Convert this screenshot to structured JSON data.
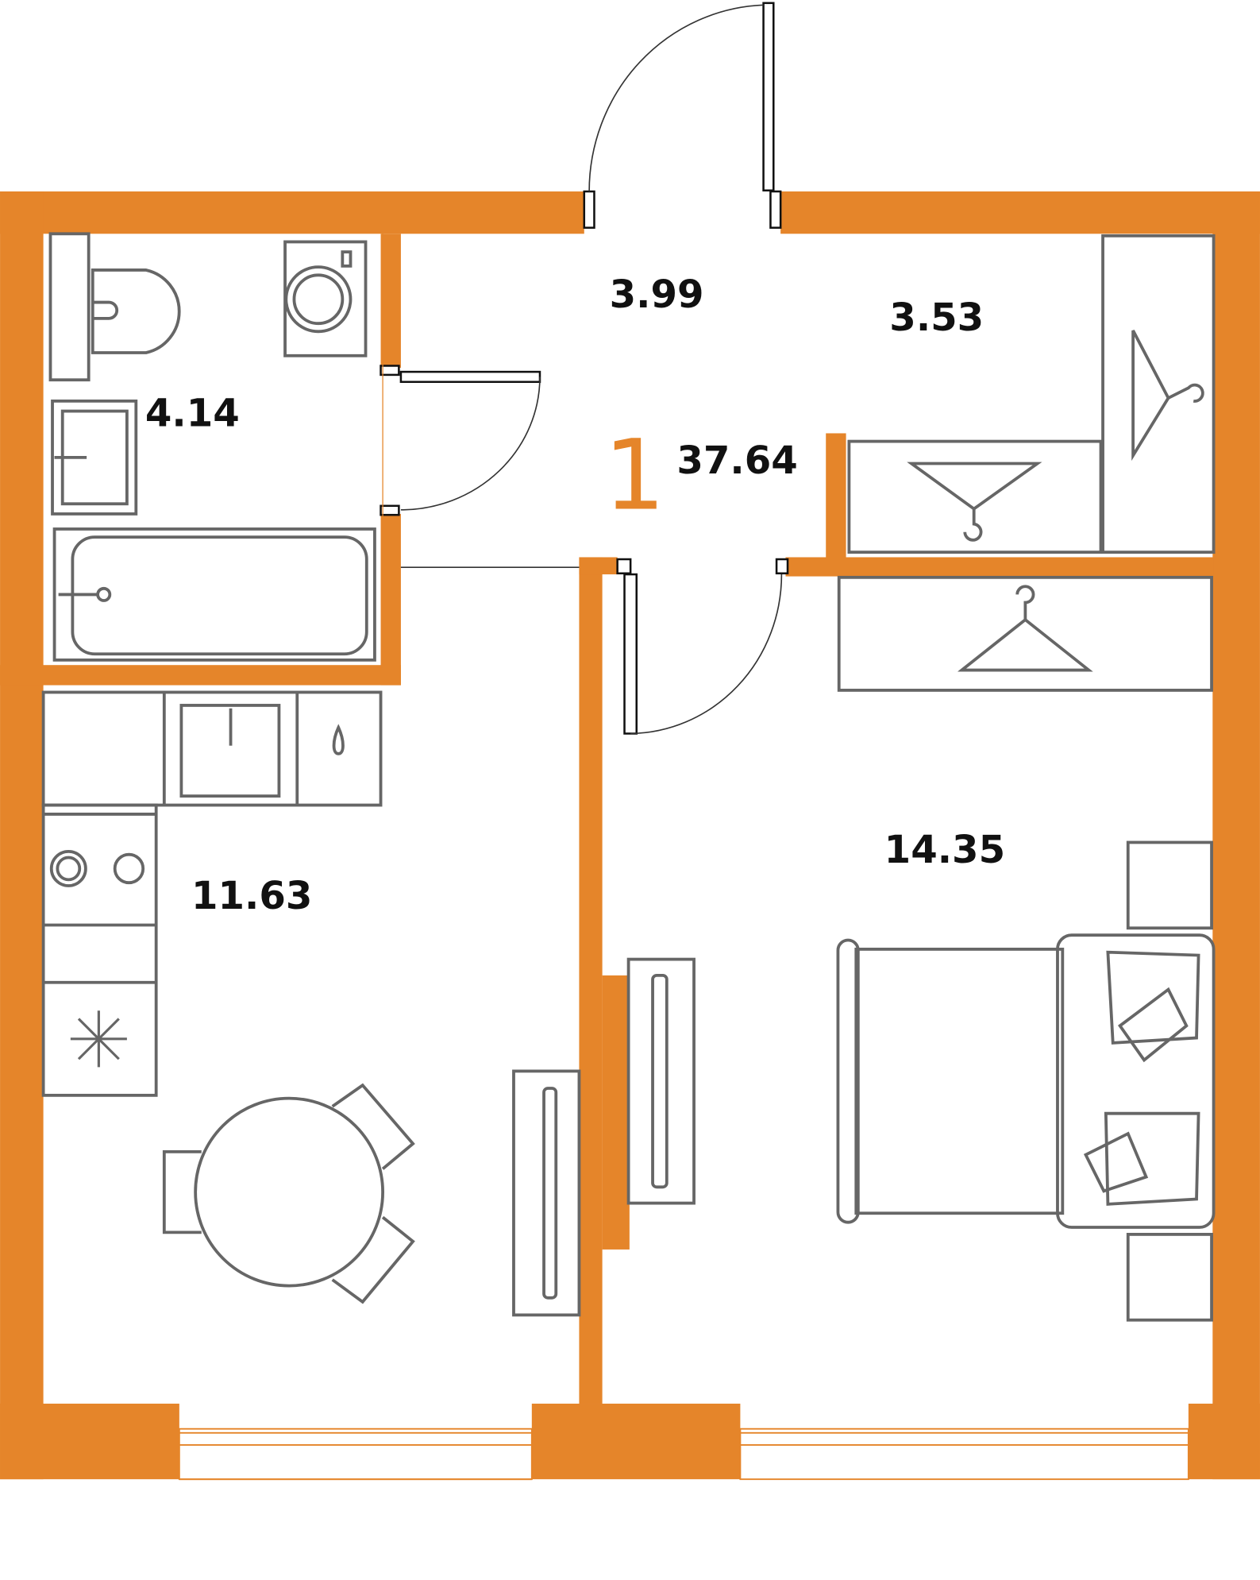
{
  "plan": {
    "room_count": "1",
    "total_area": "37.64",
    "rooms": {
      "hallway": "3.99",
      "wardrobe": "3.53",
      "bathroom": "4.14",
      "kitchen": "11.63",
      "bedroom": "14.35"
    },
    "colors": {
      "wall": "#E5852A",
      "furniture": "#666666"
    }
  }
}
